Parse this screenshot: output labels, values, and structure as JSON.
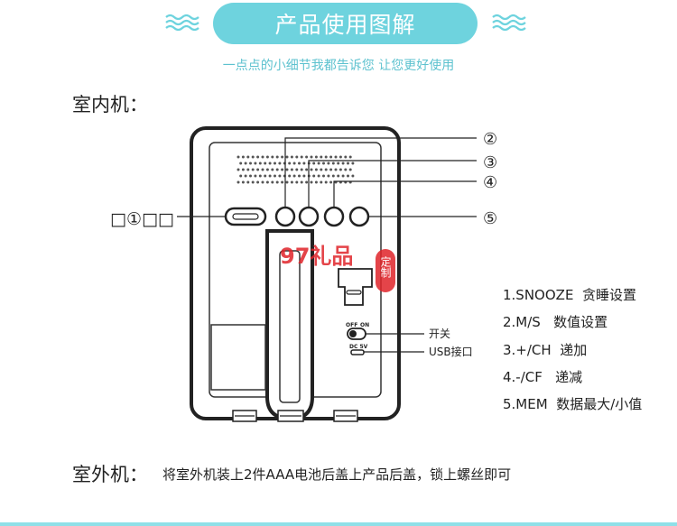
{
  "header": {
    "title": "产品使用图解",
    "subtitle": "一点点的小细节我都告诉您 让您更好使用"
  },
  "indoor": {
    "label": "室内机：",
    "callouts": {
      "c1": "□①□□",
      "c2": "②",
      "c3": "③",
      "c4": "④",
      "c5": "⑤"
    },
    "switch_labels": {
      "off": "OFF",
      "on": "ON",
      "dc": "DC 5V"
    },
    "side_labels": {
      "switch": "开关",
      "usb": "USB接口"
    },
    "watermark": {
      "logo": "97礼品",
      "seal": "定制"
    }
  },
  "legend": [
    "1.SNOOZE  贪睡设置",
    "2.M/S   数值设置",
    "3.+/CH  递加",
    "4.-/CF   递减",
    "5.MEM  数据最大/小值"
  ],
  "outdoor": {
    "label": "室外机：",
    "description": "将室外机装上2件AAA电池后盖上产品后盖，锁上螺丝即可"
  },
  "colors": {
    "accent": "#6ed3de",
    "subtitle": "#5dc2cf",
    "watermark": "#e0242a"
  }
}
